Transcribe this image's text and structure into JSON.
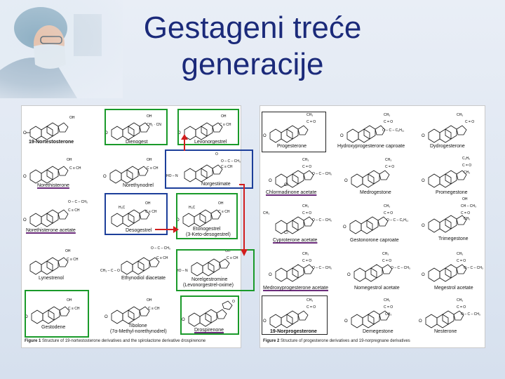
{
  "slide": {
    "title_line1": "Gestageni treće",
    "title_line2": "generacije"
  },
  "colors": {
    "title": "#1b2a7a",
    "box_green": "#1a9a2a",
    "box_blue": "#1d3f9a",
    "arrow_red": "#d21d1d",
    "underline_purple": "#6a2b7a"
  },
  "figure1": {
    "caption_bold": "Figure 1",
    "caption_text": " Structure of 19-nortestosterone derivatives and the spirolactone derivative drospirenone",
    "compounds": [
      "19-Nortestosterone",
      "Dienogest",
      "Levonorgestrel",
      "Norethisterone",
      "Norethynodrel",
      "Norgestimate",
      "Norethisterone acetate",
      "Desogestrel",
      "Etonogestrel",
      "(3-Keto-desogestrel)",
      "Lynestrenol",
      "Ethynodiol diacetate",
      "Norelgestromine",
      "(Levonorgestrel-oxime)",
      "Gestodene",
      "Tibolone",
      "(7α-Methyl-norethynodrel)",
      "Drospirenone"
    ],
    "labels": {
      "oh": "OH",
      "cn": "CH₂ · CN",
      "ccch": "C ≡ CH",
      "ho_n": "HO – N",
      "h3c": "H₃C",
      "ac": "O – C – CH₃",
      "o": "O"
    }
  },
  "figure2": {
    "caption_bold": "Figure 2",
    "caption_text": " Structure of progesterone derivatives and 19-norpregnane derivatives",
    "compounds": [
      "Progesterone",
      "Hydroxyprogesterone caproate",
      "Dydrogesterone",
      "Chlormadinone acetate",
      "Medrogestone",
      "Promegestone",
      "Cyproterone acetate",
      "Gestonorone caproate",
      "Trimegestone",
      "Medroxyprogesterone acetate",
      "Nomegestrol acetate",
      "Megestrol acetate",
      "19-Norprogesterone",
      "Demegestone",
      "Nesterone"
    ],
    "labels": {
      "ch3": "CH₃",
      "co": "C = O",
      "c6h11": "C₅H₁₁",
      "c2h5": "C₂H₅",
      "cl": "Cl"
    }
  }
}
